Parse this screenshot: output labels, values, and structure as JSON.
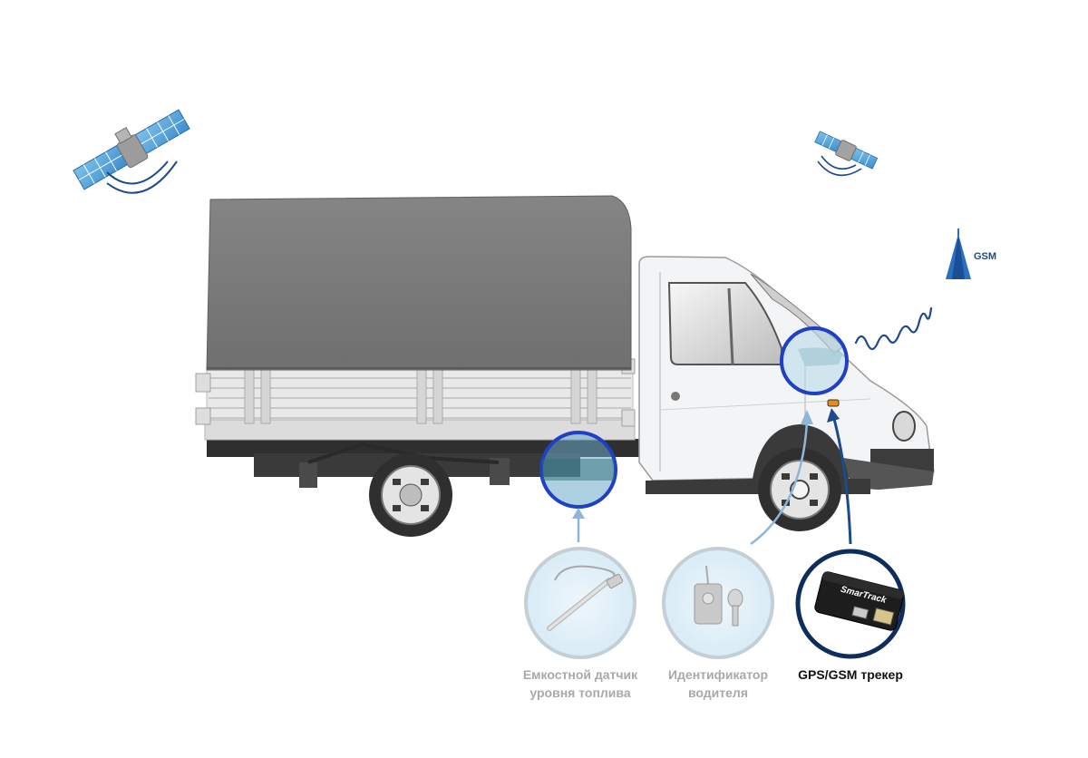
{
  "gsm_label": "GSM",
  "devices": [
    {
      "id": "fuel-sensor",
      "label_line1": "Емкостной датчик",
      "label_line2": "уровня топлива",
      "active": false
    },
    {
      "id": "driver-id",
      "label_line1": "Идентификатор",
      "label_line2": "водителя",
      "active": false
    },
    {
      "id": "tracker",
      "label_line1": "GPS/GSM трекер",
      "label_line2": "",
      "active": true
    }
  ],
  "tracker_brand": "SmarTrack",
  "colors": {
    "tarp": "#7f7f7f",
    "cab": "#f4f5f7",
    "accent_blue": "#1f3fc4",
    "light_blue": "#8eb6d9",
    "solar_panel": "#5aa6dc",
    "signal": "#1c4a8c"
  }
}
